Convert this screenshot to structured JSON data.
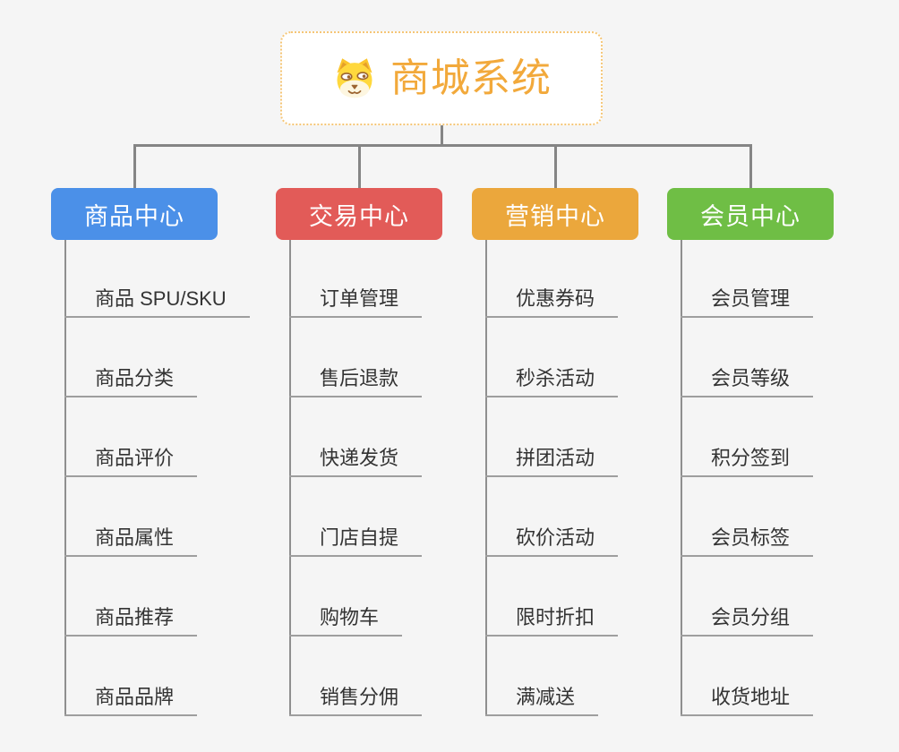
{
  "root": {
    "title": "商城系统",
    "icon": "dog-icon",
    "accent_color": "#F2A93B",
    "border_color": "#F5C676"
  },
  "branches": [
    {
      "label": "商品中心",
      "color": "#4B90E8",
      "items": [
        "商品 SPU/SKU",
        "商品分类",
        "商品评价",
        "商品属性",
        "商品推荐",
        "商品品牌"
      ]
    },
    {
      "label": "交易中心",
      "color": "#E25B58",
      "items": [
        "订单管理",
        "售后退款",
        "快递发货",
        "门店自提",
        "购物车",
        "销售分佣"
      ]
    },
    {
      "label": "营销中心",
      "color": "#EBA73C",
      "items": [
        "优惠券码",
        "秒杀活动",
        "拼团活动",
        "砍价活动",
        "限时折扣",
        "满减送"
      ]
    },
    {
      "label": "会员中心",
      "color": "#6FBE45",
      "items": [
        "会员管理",
        "会员等级",
        "积分签到",
        "会员标签",
        "会员分组",
        "收货地址"
      ]
    }
  ],
  "colors": {
    "background": "#F5F5F5",
    "connector_line": "#858585",
    "leaf_underline": "#9E9E9E",
    "leaf_text": "#333333"
  }
}
